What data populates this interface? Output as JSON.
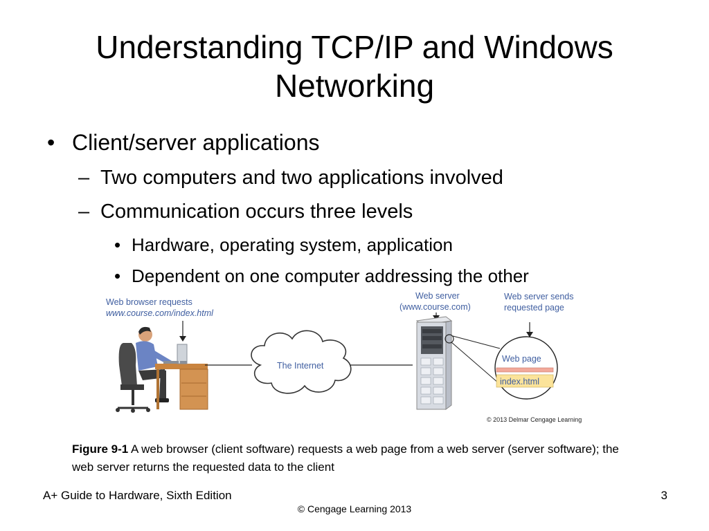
{
  "slide": {
    "title": "Understanding TCP/IP and Windows Networking",
    "bullets": [
      {
        "marker": "•",
        "text": "Client/server applications"
      },
      {
        "marker": "–",
        "text": "Two computers and two applications involved"
      },
      {
        "marker": "–",
        "text": "Communication occurs three levels"
      },
      {
        "marker": "•",
        "text": "Hardware, operating system, application"
      },
      {
        "marker": "•",
        "text": "Dependent on one computer addressing the other"
      }
    ]
  },
  "figure": {
    "client_label_1": "Web browser requests",
    "client_label_2": "www.course.com/index.html",
    "internet_label": "The Internet",
    "server_label_1": "Web server",
    "server_label_2": "(www.course.com)",
    "sends_label_1": "Web server sends",
    "sends_label_2": "requested page",
    "page_label": "Web page",
    "file_label": "index.html",
    "copyright": "© 2013 Delmar Cengage Learning",
    "colors": {
      "label_blue": "#3f5ea0",
      "page_yellow": "#fbe39a"
    }
  },
  "caption": {
    "bold": "Figure 9-1",
    "text": " A web browser (client software) requests a web page from a web server (server software); the web server returns the requested data to the client"
  },
  "footer": {
    "left": "A+ Guide to Hardware, Sixth Edition",
    "page_number": "3",
    "center": "© Cengage Learning  2013"
  }
}
